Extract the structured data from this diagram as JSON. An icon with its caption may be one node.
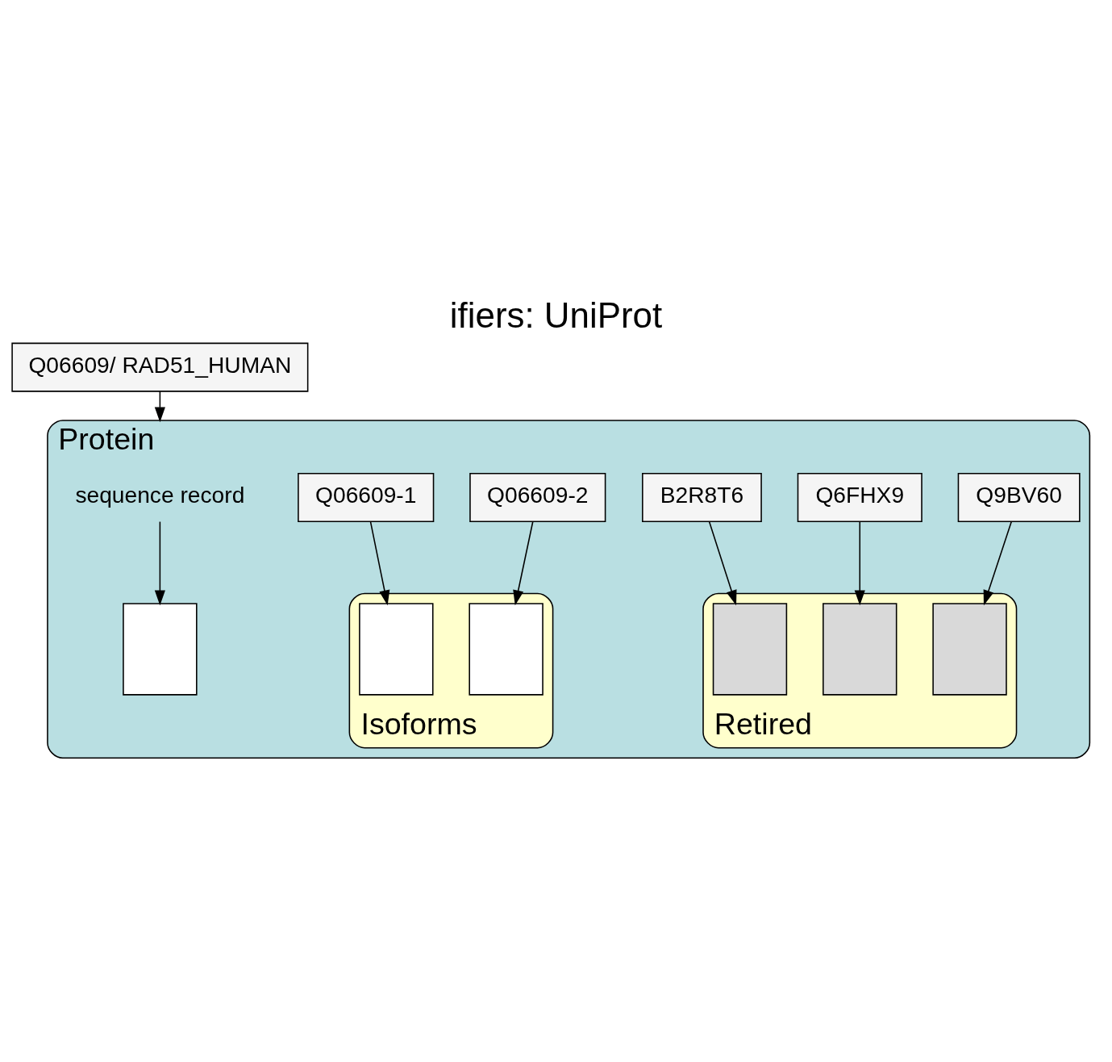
{
  "diagram": {
    "title": "ifiers: UniProt",
    "nodes": [
      {
        "text": [
          "Protein"
        ]
      },
      {
        "text": [
          "Q06609/ RAD51_HUMAN"
        ]
      },
      {
        "text": [
          "sequence record"
        ],
        "in": 0
      },
      {
        "text": [],
        "shape": "box",
        "in": 0
      },
      {
        "text": [
          "Q06609-1"
        ],
        "in": 0
      },
      {
        "text": [
          "Q06609-2"
        ],
        "in": 0
      },
      {
        "text": [
          "Isoforms"
        ],
        "in": 0
      },
      {
        "text": [],
        "shape": "box",
        "in": 6
      },
      {
        "text": [],
        "shape": "box",
        "in": 6
      },
      {
        "text": [
          "B2R8T6"
        ],
        "in": 0
      },
      {
        "text": [
          "Q6FHX9"
        ],
        "in": 0
      },
      {
        "text": [
          "Retired"
        ],
        "in": 0
      },
      {
        "text": [],
        "shape": "box",
        "in": 11
      },
      {
        "text": [],
        "shape": "box",
        "in": 11
      },
      {
        "text": [],
        "shape": "box",
        "in": 11
      },
      {
        "text": [
          "Q9BV60"
        ],
        "in": 0
      }
    ],
    "edges": [
      {
        "from": 1,
        "to": 0,
        "arrow": "to"
      },
      {
        "from": 2,
        "to": 3,
        "arrow": "to"
      },
      {
        "from": 4,
        "to": 7,
        "arrow": "to"
      },
      {
        "from": 5,
        "to": 8,
        "arrow": "to"
      },
      {
        "from": 9,
        "to": 12,
        "arrow": "to"
      },
      {
        "from": 10,
        "to": 13,
        "arrow": "to"
      },
      {
        "from": 15,
        "to": 14,
        "arrow": "to"
      }
    ]
  }
}
